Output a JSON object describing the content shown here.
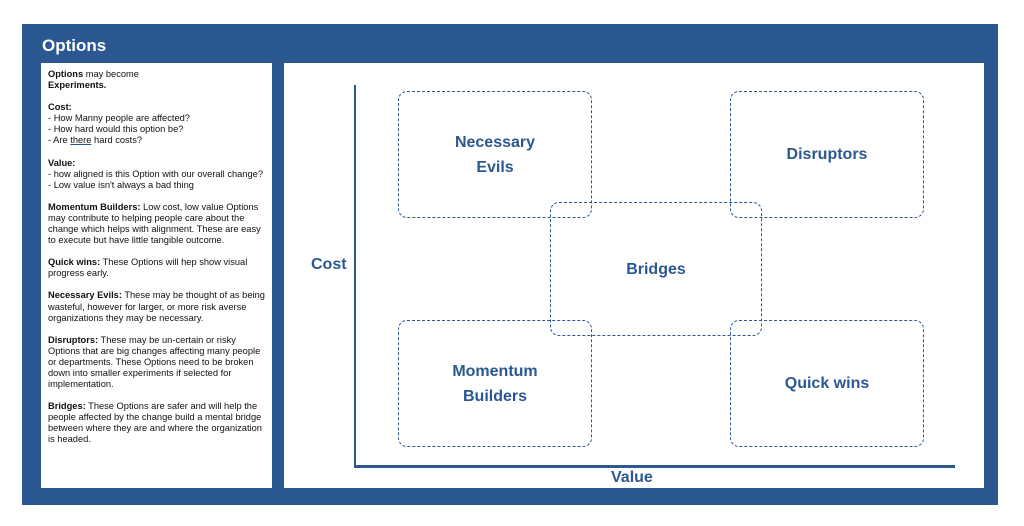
{
  "board": {
    "title": "Options"
  },
  "notes": {
    "intro": {
      "b1": "Options",
      "t1": " may become",
      "b2": "Experiments."
    },
    "cost": {
      "heading": "Cost:",
      "q1": "How Manny people are affected?",
      "q2": "How hard would this option be?",
      "q3_pre": "Are ",
      "q3_u": "there",
      "q3_post": " hard costs?"
    },
    "value": {
      "heading": "Value:",
      "q1": "how aligned is this Option with our overall change?",
      "q2": "Low value isn't always a bad thing"
    },
    "momentum": {
      "term": "Momentum Builders:",
      "text": " Low cost, low value Options may contribute to helping people care about the change which helps with alignment. These are easy to execute but have little tangible outcome."
    },
    "quickwins": {
      "term": "Quick wins:",
      "text": " These Options will hep show visual progress early."
    },
    "evils": {
      "term": "Necessary Evils:",
      "text": " These may be thought of as being wasteful, however for larger, or more risk averse organizations they may be necessary."
    },
    "disruptors": {
      "term": "Disruptors:",
      "text": " These may be un-certain or risky Options that are big changes affecting many people or departments. These Options need to be broken down into smaller experiments if selected for implementation."
    },
    "bridges": {
      "term": "Bridges:",
      "text": " These Options are safer and will help the people affected by the change build a mental bridge between where they are and where the organization is headed."
    }
  },
  "matrix": {
    "y_axis_label": "Cost",
    "x_axis_label": "Value",
    "quadrants": {
      "evils_line1": "Necessary",
      "evils_line2": "Evils",
      "disruptors": "Disruptors",
      "bridges": "Bridges",
      "momentum_line1": "Momentum",
      "momentum_line2": "Builders",
      "quickwins": "Quick wins"
    }
  },
  "colors": {
    "brand_blue": "#2b5891",
    "panel": "#ffffff"
  }
}
